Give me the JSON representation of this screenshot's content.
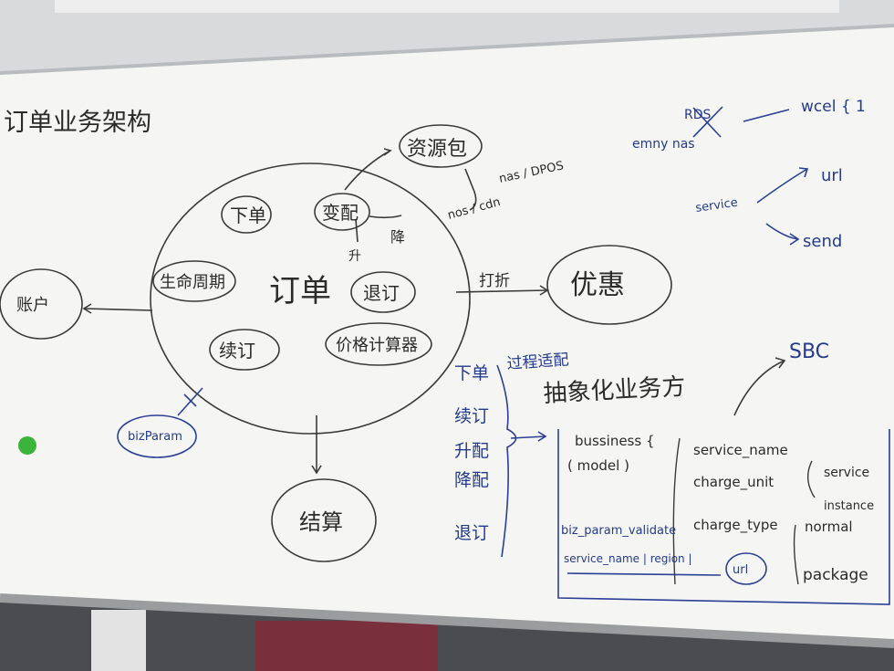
{
  "whiteboard": {
    "title": "订单业务架构",
    "center": "订单",
    "inner_nodes": [
      "下单",
      "变配",
      "升",
      "降",
      "生命周期",
      "退订",
      "续订",
      "价格计算器"
    ],
    "outer_nodes": {
      "resource": "资源包",
      "resource_types": "nas / DPOS",
      "resource_types2": "nos / cdn",
      "discount_edge": "打折",
      "discount": "优惠",
      "account": "账户",
      "biz_param": "bizParam",
      "settlement": "结算"
    },
    "blue_notes": {
      "rds": "RDS",
      "emny_nas": "emny  nas",
      "wcel": "wcel { 1",
      "service": "service",
      "url": "url",
      "send": "send",
      "sbc": "SBC",
      "process_adapt": "过程适配"
    },
    "order_actions": [
      "下单",
      "续订",
      "升配",
      "降配",
      "退订"
    ],
    "abstract_title": "抽象化业务方",
    "model_box": {
      "bussiness": "bussiness {",
      "model": "( model )",
      "validate": "biz_param_validate",
      "service_line": "service_name | region |",
      "url": "url"
    },
    "model_fields": [
      "service_name",
      "charge_unit",
      "charge_type",
      "package"
    ],
    "charge_unit_values": [
      "service",
      "instance"
    ],
    "charge_type_values": [
      "normal"
    ]
  },
  "colors": {
    "board": "#f5f6f3",
    "marker_black": "#2b2b2b",
    "marker_blue": "#243a8c",
    "magnet": "#3bb43b"
  }
}
